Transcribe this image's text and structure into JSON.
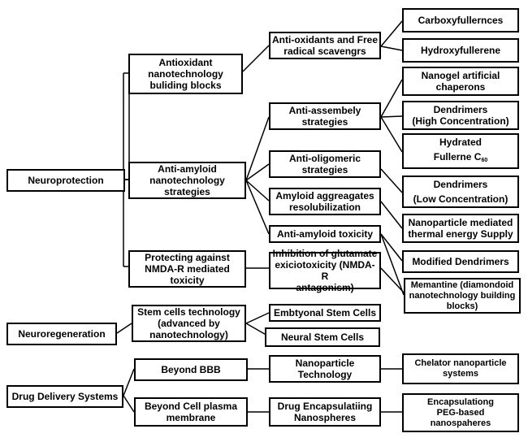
{
  "root": {
    "neuroprotection": "Neuroprotection",
    "neuroregeneration": "Neuroregeneration",
    "drug_delivery": "Drug Delivery Systems"
  },
  "level1": {
    "antioxidant_blocks": "Antioxidant\nnanotechnology\nbuliding blocks",
    "anti_amyloid": "Anti-amyloid\nnanotechnology\nstrategies",
    "nmda": "Protecting against\nNMDA-R mediated\ntoxicity",
    "stem_cells": "Stem cells technology\n(advanced by\nnanotechnology)",
    "beyond_bbb": "Beyond BBB",
    "beyond_cell": "Beyond Cell plasma\nmembrane"
  },
  "level2": {
    "antioxidants_free_radical": "Anti-oxidants and Free\nradical scavengrs",
    "anti_assembly": "Anti-assembely\nstrategies",
    "anti_oligomeric": "Anti-oligomeric\nstrategies",
    "amyloid_resolubilization": "Amyloid aggreagates\nresolubilization",
    "anti_amyloid_toxicity": "Anti-amyloid toxicity",
    "glutamate_inhibition": "Inhibition of glutamate\nexiciotoxicity (NMDA-R\nantagonism)",
    "embryonal_stem_cells": "Embtyonal Stem Cells",
    "neural_stem_cells": "Neural Stem Cells",
    "nanoparticle_technology": "Nanoparticle\nTechnology",
    "drug_encapsulating": "Drug Encapsulatiing\nNanospheres"
  },
  "level3": {
    "carboxyfullerences": "Carboxyfullernces",
    "hydroxyfullerene": "Hydroxyfullerene",
    "nanogel": "Nanogel artificial\nchaperons",
    "dendrimers_high": "Dendrimers\n(High Concentration)",
    "hydrated_fullerene_line1": "Hydrated",
    "hydrated_fullerene_line2": "Fullerne C",
    "hydrated_fullerene_sub": "60",
    "dendrimers_low": "Dendrimers\n(Low Concentration)",
    "thermal_energy": "Nanoparticle mediated\nthermal energy Supply",
    "modified_dendrimers": "Modified Dendrimers",
    "memantine": "Memantine (diamondoid\nnanotechnology building\nblocks)",
    "chelator": "Chelator nanoparticle\nsystems",
    "peg_encapsulating": "Encapsulationg\nPEG-based\nnanospaheres"
  }
}
